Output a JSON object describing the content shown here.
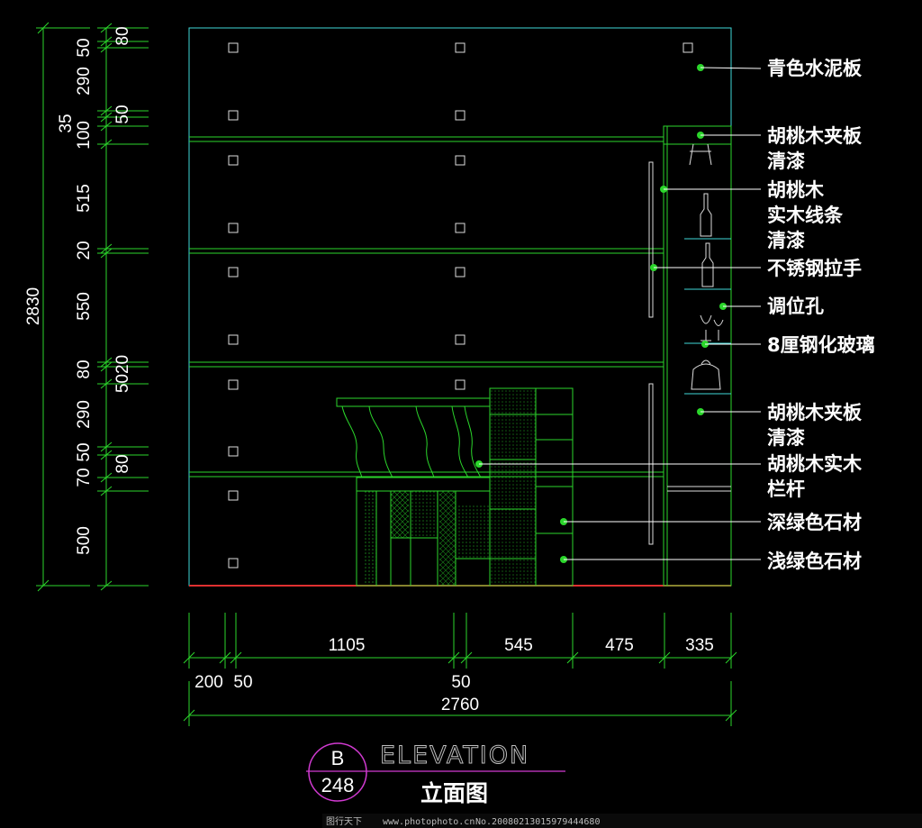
{
  "drawing": {
    "left_dims": {
      "outer": [
        "2830"
      ],
      "inner": [
        "80",
        "50",
        "290",
        "35",
        "50",
        "100",
        "515",
        "20",
        "550",
        "80",
        "5020",
        "290",
        "70",
        "50",
        "80",
        "500"
      ]
    },
    "bottom_dims": {
      "top_row": [
        "1105",
        "545",
        "475",
        "335"
      ],
      "mid_row": [
        "200",
        "50",
        "50"
      ],
      "total": "2760"
    },
    "labels": [
      "青色水泥板",
      "胡桃木夹板",
      "清漆",
      "胡桃木",
      "实木线条",
      "清漆",
      "不锈钢拉手",
      "调位孔",
      "8厘钢化玻璃",
      "胡桃木夹板",
      "清漆",
      "胡桃木实木",
      "栏杆",
      "深绿色石材",
      "浅绿色石材"
    ],
    "title": {
      "letter": "B",
      "number": "248",
      "english": "ELEVATION",
      "chinese": "立面图"
    },
    "footer": {
      "site": "图行天下",
      "url": "www.photophoto.cn",
      "id": "No.20080213015979444680"
    },
    "colors": {
      "line": "#2bd62b",
      "cyan": "#3fd9d9",
      "accent": "#d13ad1",
      "floor": "#e03030"
    }
  }
}
